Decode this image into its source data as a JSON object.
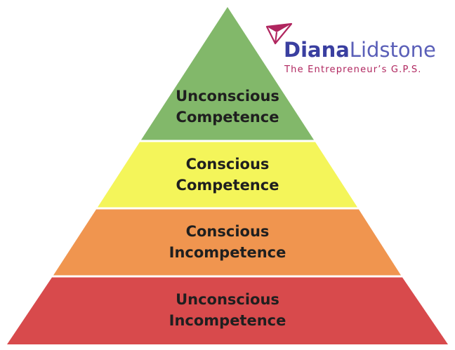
{
  "diagram": {
    "tiers": [
      {
        "line1": "Unconscious",
        "line2": "Competence",
        "fill": "#82b86a"
      },
      {
        "line1": "Conscious",
        "line2": "Competence",
        "fill": "#f4f55a"
      },
      {
        "line1": "Conscious",
        "line2": "Incompetence",
        "fill": "#f0954f"
      },
      {
        "line1": "Unconscious",
        "line2": "Incompetence",
        "fill": "#d84a4c"
      }
    ]
  },
  "logo": {
    "first_name": "Diana",
    "last_name": "Lidstone",
    "tagline": "The Entrepreneur’s G.P.S.",
    "colors": {
      "name": "#3a3fa0",
      "tagline": "#b0265f",
      "mark": "#b0265f"
    },
    "icon": "paper-plane-icon"
  }
}
